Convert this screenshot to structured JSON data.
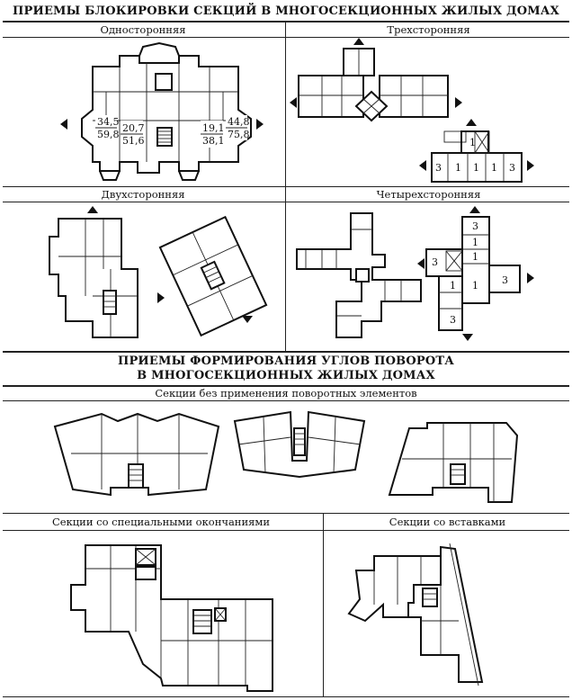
{
  "section1": {
    "title": "ПРИЕМЫ БЛОКИРОВКИ СЕКЦИЙ В МНОГОСЕКЦИОННЫХ ЖИЛЫХ ДОМАХ",
    "panels": {
      "one_sided": {
        "label": "Односторонняя",
        "areas": [
          {
            "top": "34,5",
            "bottom": "59,8"
          },
          {
            "top": "20,7",
            "bottom": "51,6"
          },
          {
            "top": "19,1",
            "bottom": "38,1"
          },
          {
            "top": "44,8",
            "bottom": "75,8"
          }
        ]
      },
      "three_sided": {
        "label": "Трехсторонняя",
        "schema_numbers": [
          "1",
          "3",
          "1",
          "1",
          "1",
          "3"
        ]
      },
      "two_sided": {
        "label": "Двухсторонняя"
      },
      "four_sided": {
        "label": "Четырехсторонняя",
        "schema_numbers": [
          "3",
          "1",
          "3",
          "1",
          "1",
          "1",
          "3",
          "3"
        ]
      }
    }
  },
  "section2": {
    "title_line1": "ПРИЕМЫ ФОРМИРОВАНИЯ УГЛОВ ПОВОРОТА",
    "title_line2": "В МНОГОСЕКЦИОННЫХ ЖИЛЫХ ДОМАХ",
    "panels": {
      "no_turn_elements": {
        "label": "Секции без применения поворотных элементов"
      },
      "special_endings": {
        "label": "Секции со специальными окончаниями"
      },
      "inserts": {
        "label": "Секции со вставками"
      }
    }
  }
}
